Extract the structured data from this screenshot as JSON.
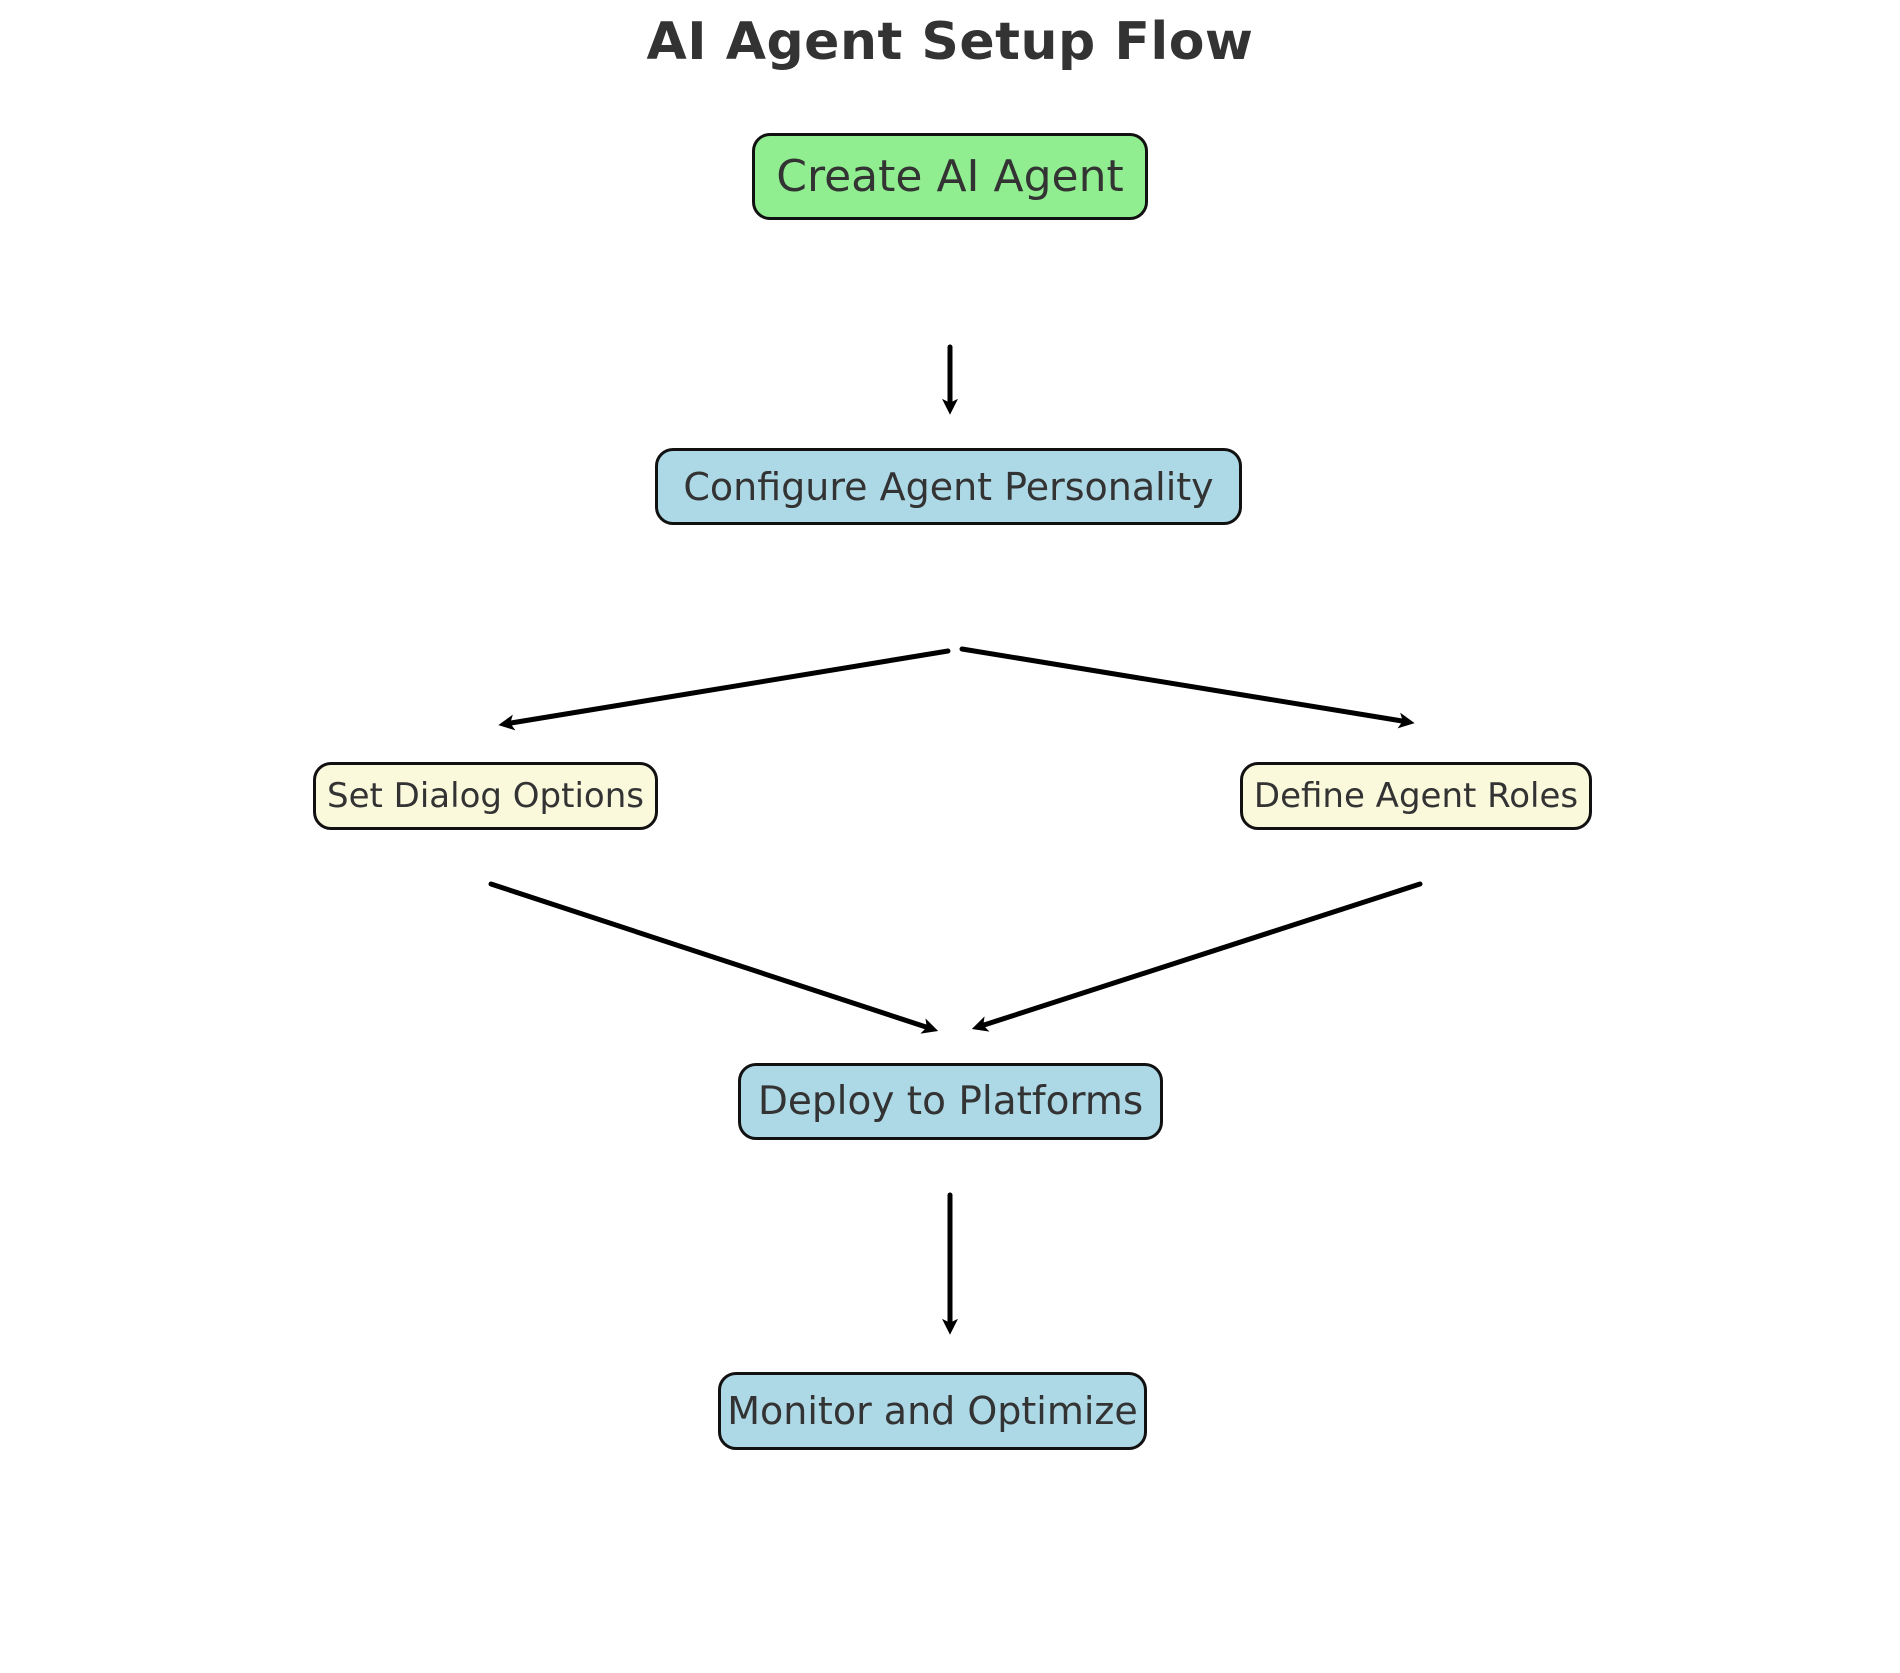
{
  "diagram": {
    "title": "AI Agent Setup Flow",
    "background": "#ffffff",
    "text_color": "#333333",
    "border_color": "#111111",
    "arrow_color": "#000000",
    "node_fills": {
      "green": "#90EE90",
      "blue": "#ADD8E6",
      "yellow": "#FAF9DC"
    },
    "nodes": [
      {
        "id": "create",
        "label": "Create AI Agent",
        "fill": "#90EE90"
      },
      {
        "id": "configure",
        "label": "Configure Agent Personality",
        "fill": "#ADD8E6"
      },
      {
        "id": "dialog",
        "label": "Set Dialog Options",
        "fill": "#FAF9DC"
      },
      {
        "id": "roles",
        "label": "Define Agent Roles",
        "fill": "#FAF9DC"
      },
      {
        "id": "deploy",
        "label": "Deploy to Platforms",
        "fill": "#ADD8E6"
      },
      {
        "id": "monitor",
        "label": "Monitor and Optimize",
        "fill": "#ADD8E6"
      }
    ],
    "edges": [
      {
        "from": "Create AI Agent",
        "to": "Configure Agent Personality"
      },
      {
        "from": "Configure Agent Personality",
        "to": "Set Dialog Options"
      },
      {
        "from": "Configure Agent Personality",
        "to": "Define Agent Roles"
      },
      {
        "from": "Set Dialog Options",
        "to": "Deploy to Platforms"
      },
      {
        "from": "Define Agent Roles",
        "to": "Deploy to Platforms"
      },
      {
        "from": "Deploy to Platforms",
        "to": "Monitor and Optimize"
      }
    ]
  }
}
